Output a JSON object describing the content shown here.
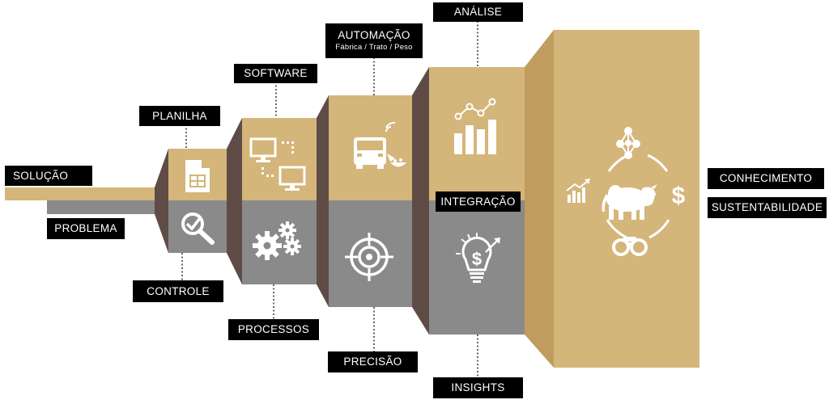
{
  "colors": {
    "gold": "#d4b57a",
    "gold_dark": "#c09d5f",
    "side": "#5f4c47",
    "gray": "#8a8a8a",
    "gray_light": "#a6a6a6",
    "label_bg": "#000000",
    "label_fg": "#ffffff",
    "icon": "#ffffff"
  },
  "labels": {
    "solucao": "SOLUÇÃO",
    "problema": "PROBLEMA",
    "planilha": "PLANILHA",
    "controle": "CONTROLE",
    "software": "SOFTWARE",
    "processos": "PROCESSOS",
    "automacao": "AUTOMAÇÃO",
    "automacao_sub": "Fábrica / Trato / Peso",
    "precisao": "PRECISÃO",
    "analise": "ANÁLISE",
    "integracao": "INTEGRAÇÃO",
    "insights": "INSIGHTS",
    "conhecimento": "CONHECIMENTO",
    "sustentabilidade": "SUSTENTABILIDADE"
  },
  "icons": {
    "planilha_top": "spreadsheet-icon",
    "controle_bottom": "magnifier-check-icon",
    "software_top": "computers-network-icon",
    "processos_bottom": "gears-icon",
    "automacao_top": "feed-truck-icon",
    "precisao_bottom": "target-icon",
    "analise_top": "bar-chart-icon",
    "insights_bottom": "lightbulb-dollar-icon",
    "final_center": "bull-icon",
    "final_top": "network-icon",
    "final_left": "growth-chart-icon",
    "final_right": "dollar-icon",
    "final_bottom": "binoculars-icon"
  }
}
